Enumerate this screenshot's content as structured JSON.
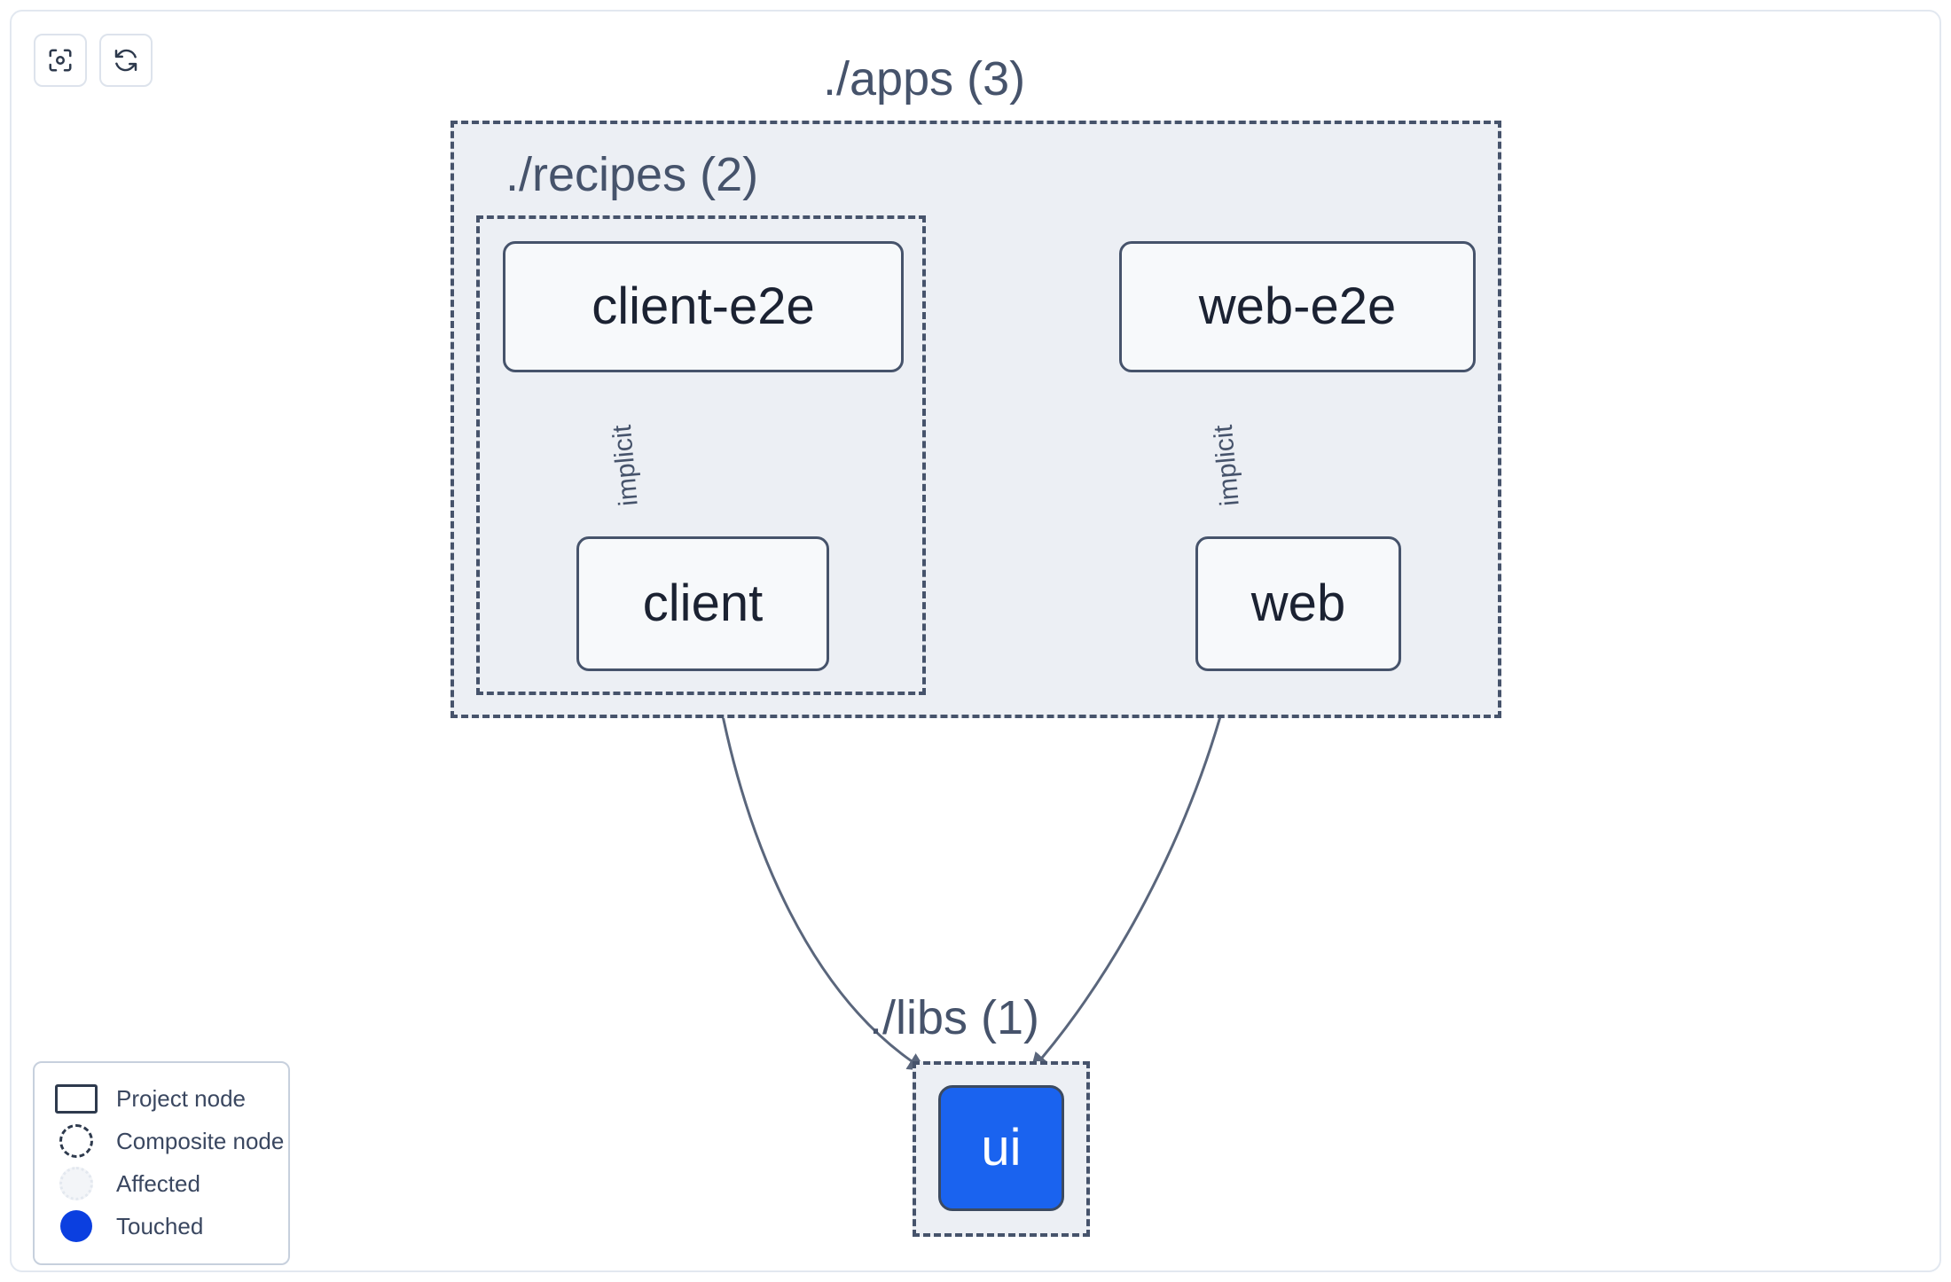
{
  "toolbar": {
    "buttons": [
      {
        "name": "focus-graph",
        "icon": "focus-target-icon",
        "label": ""
      },
      {
        "name": "refresh-graph",
        "icon": "refresh-icon",
        "label": ""
      }
    ]
  },
  "graph": {
    "groups": [
      {
        "id": "apps",
        "label": "./apps (3)",
        "count": 3,
        "kind": "composite"
      },
      {
        "id": "recipes",
        "label": "./recipes (2)",
        "count": 2,
        "kind": "composite"
      },
      {
        "id": "libs",
        "label": "./libs (1)",
        "count": 1,
        "kind": "composite"
      }
    ],
    "nodes": [
      {
        "id": "client-e2e",
        "label": "client-e2e",
        "group": "recipes",
        "state": "normal"
      },
      {
        "id": "web-e2e",
        "label": "web-e2e",
        "group": "apps",
        "state": "normal"
      },
      {
        "id": "client",
        "label": "client",
        "group": "recipes",
        "state": "normal"
      },
      {
        "id": "web",
        "label": "web",
        "group": "apps",
        "state": "normal"
      },
      {
        "id": "ui",
        "label": "ui",
        "group": "libs",
        "state": "touched"
      }
    ],
    "edges": [
      {
        "from": "client-e2e",
        "to": "client",
        "label": "implicit"
      },
      {
        "from": "web-e2e",
        "to": "web",
        "label": "implicit"
      },
      {
        "from": "client",
        "to": "ui",
        "label": ""
      },
      {
        "from": "web",
        "to": "ui",
        "label": ""
      }
    ]
  },
  "legend": {
    "items": [
      {
        "swatch": "project-node-swatch",
        "label": "Project node"
      },
      {
        "swatch": "composite-node-swatch",
        "label": "Composite node"
      },
      {
        "swatch": "affected-swatch",
        "label": "Affected"
      },
      {
        "swatch": "touched-swatch",
        "label": "Touched"
      }
    ]
  },
  "colors": {
    "touched": "#0b3fe0",
    "node_touched_fill": "#1a63ef",
    "node_border": "#46536b",
    "node_fill": "#f7f9fb",
    "group_fill": "#eceff4",
    "group_border": "#46536b",
    "edge": "#5a667c",
    "canvas": "#ffffff"
  }
}
